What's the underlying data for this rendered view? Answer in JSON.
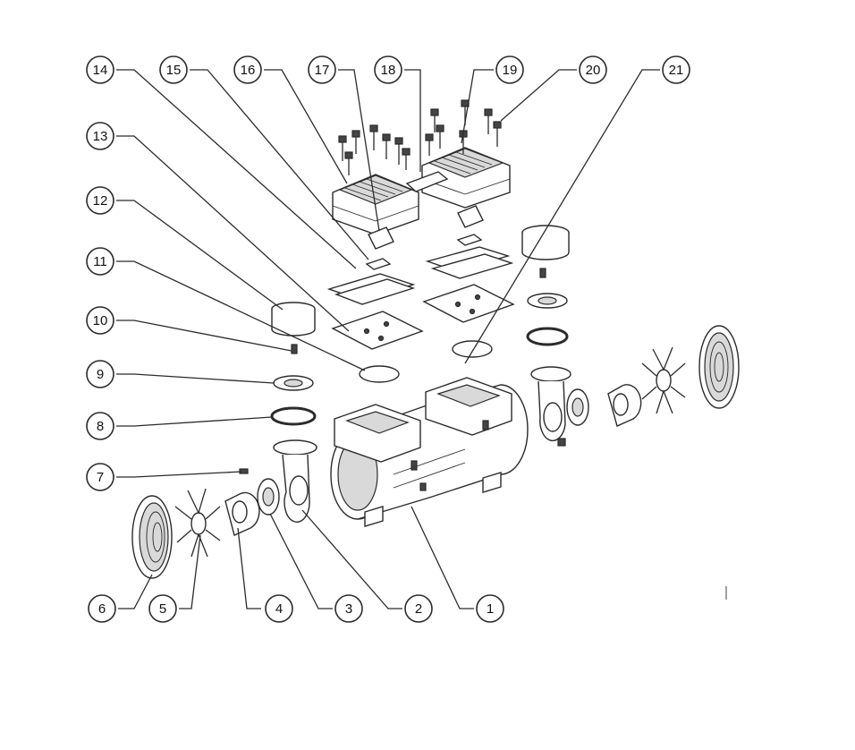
{
  "diagram": {
    "type": "exploded-parts-view",
    "callouts": [
      {
        "id": "c1",
        "label": "1"
      },
      {
        "id": "c2",
        "label": "2"
      },
      {
        "id": "c3",
        "label": "3"
      },
      {
        "id": "c4",
        "label": "4"
      },
      {
        "id": "c5",
        "label": "5"
      },
      {
        "id": "c6",
        "label": "6"
      },
      {
        "id": "c7",
        "label": "7"
      },
      {
        "id": "c8",
        "label": "8"
      },
      {
        "id": "c9",
        "label": "9"
      },
      {
        "id": "c10",
        "label": "10"
      },
      {
        "id": "c11",
        "label": "11"
      },
      {
        "id": "c12",
        "label": "12"
      },
      {
        "id": "c13",
        "label": "13"
      },
      {
        "id": "c14",
        "label": "14"
      },
      {
        "id": "c15",
        "label": "15"
      },
      {
        "id": "c16",
        "label": "16"
      },
      {
        "id": "c17",
        "label": "17"
      },
      {
        "id": "c18",
        "label": "18"
      },
      {
        "id": "c19",
        "label": "19"
      },
      {
        "id": "c20",
        "label": "20"
      },
      {
        "id": "c21",
        "label": "21"
      }
    ]
  }
}
